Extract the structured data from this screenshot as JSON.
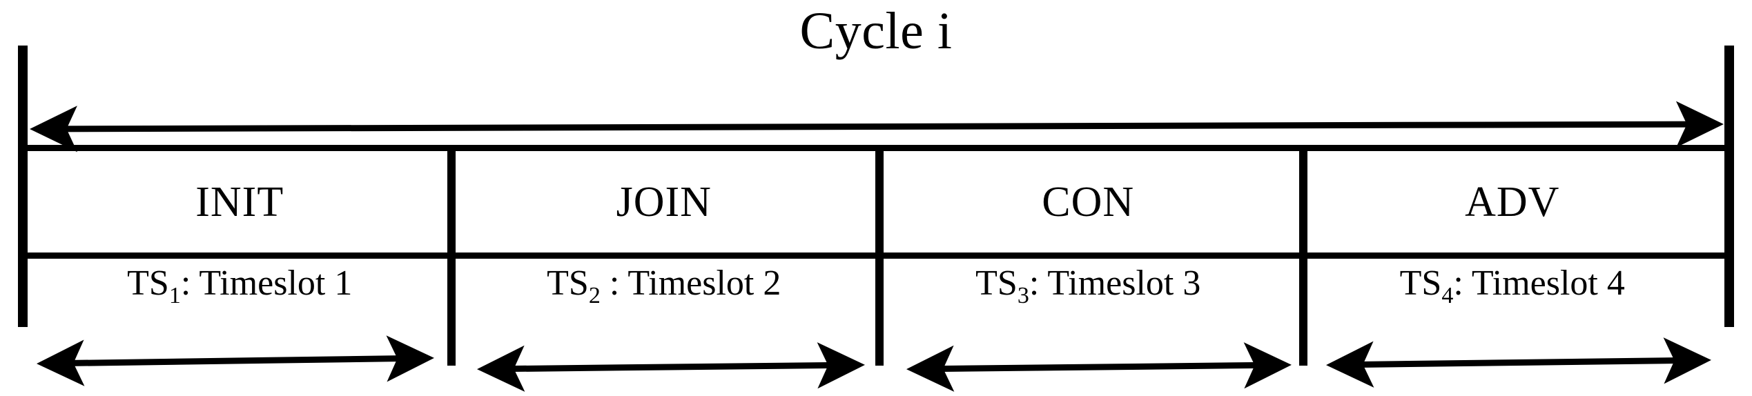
{
  "diagram": {
    "title": "Cycle i",
    "span_arrow": {
      "name": "cycle-span-arrow",
      "style": "double-headed",
      "label": "Cycle i"
    },
    "phases": [
      {
        "label": "INIT",
        "timeslot_prefix": "TS",
        "timeslot_index": "1",
        "timeslot_separator": ": ",
        "timeslot_name": "Timeslot 1"
      },
      {
        "label": "JOIN",
        "timeslot_prefix": "TS",
        "timeslot_index": "2",
        "timeslot_separator": " : ",
        "timeslot_name": "Timeslot 2"
      },
      {
        "label": "CON",
        "timeslot_prefix": "TS",
        "timeslot_index": "3",
        "timeslot_separator": ": ",
        "timeslot_name": "Timeslot 3"
      },
      {
        "label": "ADV",
        "timeslot_prefix": "TS",
        "timeslot_index": "4",
        "timeslot_separator": ": ",
        "timeslot_name": "Timeslot 4"
      }
    ],
    "slot_arrows": [
      {
        "name": "timeslot-1-arrow",
        "style": "double-headed"
      },
      {
        "name": "timeslot-2-arrow",
        "style": "double-headed"
      },
      {
        "name": "timeslot-3-arrow",
        "style": "double-headed"
      },
      {
        "name": "timeslot-4-arrow",
        "style": "double-headed"
      }
    ],
    "colors": {
      "ink": "#000000",
      "background": "#ffffff"
    }
  }
}
